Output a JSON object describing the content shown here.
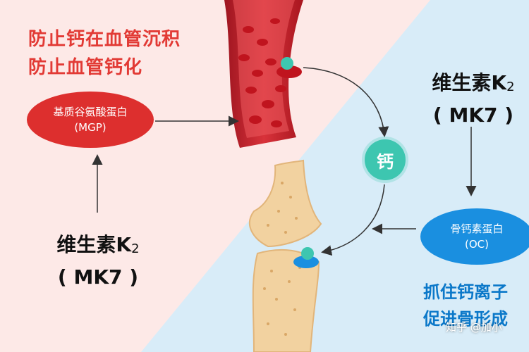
{
  "top_left_title": {
    "line1": "防止钙在血管沉积",
    "line2": "防止血管钙化"
  },
  "mgp_oval": {
    "line1": "基质谷氨酸蛋白",
    "line2": "(MGP)"
  },
  "k2_left": {
    "name": "维生素K",
    "sub": "2",
    "code": "( MK7 )"
  },
  "k2_right": {
    "name": "维生素K",
    "sub": "2",
    "code": "( MK7 )"
  },
  "calcium_label": "钙",
  "oc_oval": {
    "line1": "骨钙素蛋白",
    "line2": "(OC)"
  },
  "bottom_right_title": {
    "line1": "抓住钙离子",
    "line2": "促进骨形成"
  },
  "watermark": "知乎 @加小",
  "colors": {
    "title_red": "#e23a35",
    "mgp_red": "#dd2f2e",
    "oc_blue": "#1a8fe0",
    "calcium_teal": "#3dc6b0",
    "bg_pink": "#fde9e7",
    "bg_blue": "#d8ecf8",
    "bone": "#f2d2a0"
  }
}
